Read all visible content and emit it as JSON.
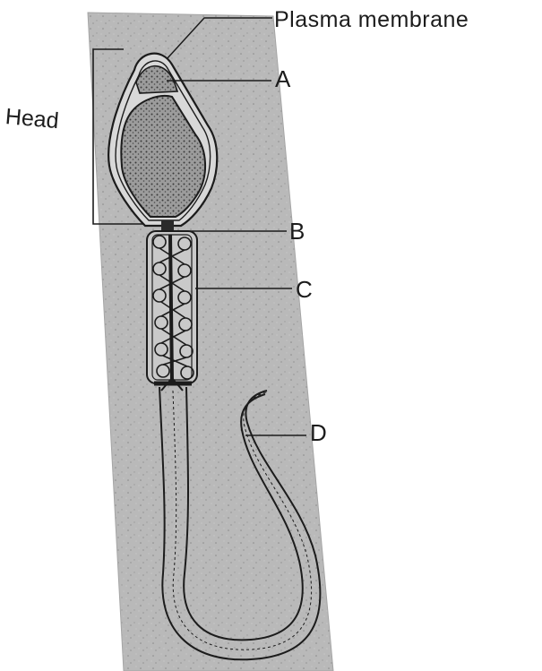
{
  "labels": {
    "plasma_membrane": "Plasma membrane",
    "head": "Head",
    "a": "A",
    "b": "B",
    "c": "C",
    "d": "D"
  },
  "colors": {
    "background": "#ffffff",
    "panel": "#b9b9b9",
    "ink": "#1c1c1c",
    "nucleus_fill": "#8e8e8e"
  },
  "icons": {
    "figure": "sperm-cell-diagram"
  }
}
